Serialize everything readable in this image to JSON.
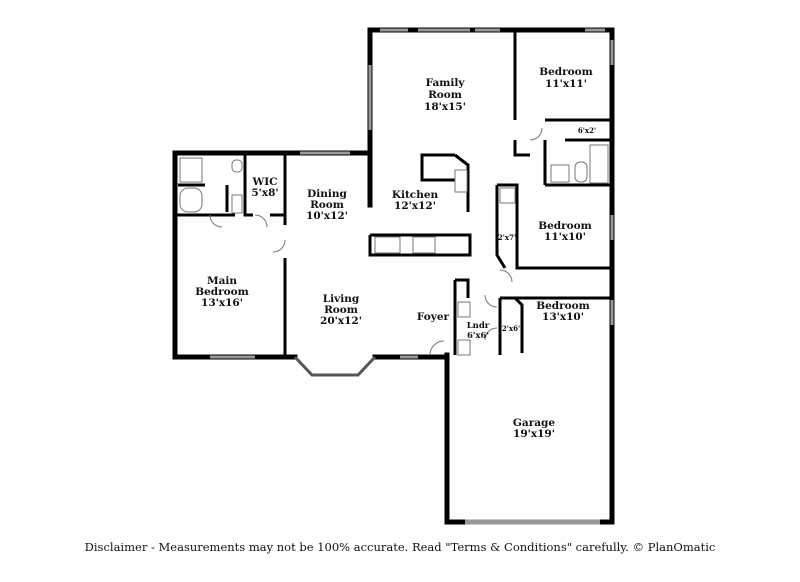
{
  "rooms": {
    "family_room": {
      "name_1": "Family",
      "name_2": "Room",
      "size": "18'x15'"
    },
    "bedroom_ne": {
      "name": "Bedroom",
      "size": "11'x11'"
    },
    "closet_ne": {
      "size": "6'x2'"
    },
    "wic": {
      "name": "WIC",
      "size": "5'x8'"
    },
    "dining_room": {
      "name_1": "Dining",
      "name_2": "Room",
      "size": "10'x12'"
    },
    "kitchen": {
      "name": "Kitchen",
      "size": "12'x12'"
    },
    "bedroom_e": {
      "name": "Bedroom",
      "size": "11'x10'"
    },
    "closet_e": {
      "size": "2'x7'"
    },
    "main_bedroom": {
      "name_1": "Main",
      "name_2": "Bedroom",
      "size": "13'x16'"
    },
    "living_room": {
      "name_1": "Living",
      "name_2": "Room",
      "size": "20'x12'"
    },
    "foyer": {
      "name": "Foyer"
    },
    "laundry": {
      "name": "Lndr",
      "size": "6'x6'"
    },
    "closet_se": {
      "size": "2'x6'"
    },
    "bedroom_se": {
      "name": "Bedroom",
      "size": "13'x10'"
    },
    "garage": {
      "name": "Garage",
      "size": "19'x19'"
    }
  },
  "disclaimer": "Disclaimer - Measurements may not be 100% accurate. Read \"Terms & Conditions\" carefully. © PlanOmatic"
}
